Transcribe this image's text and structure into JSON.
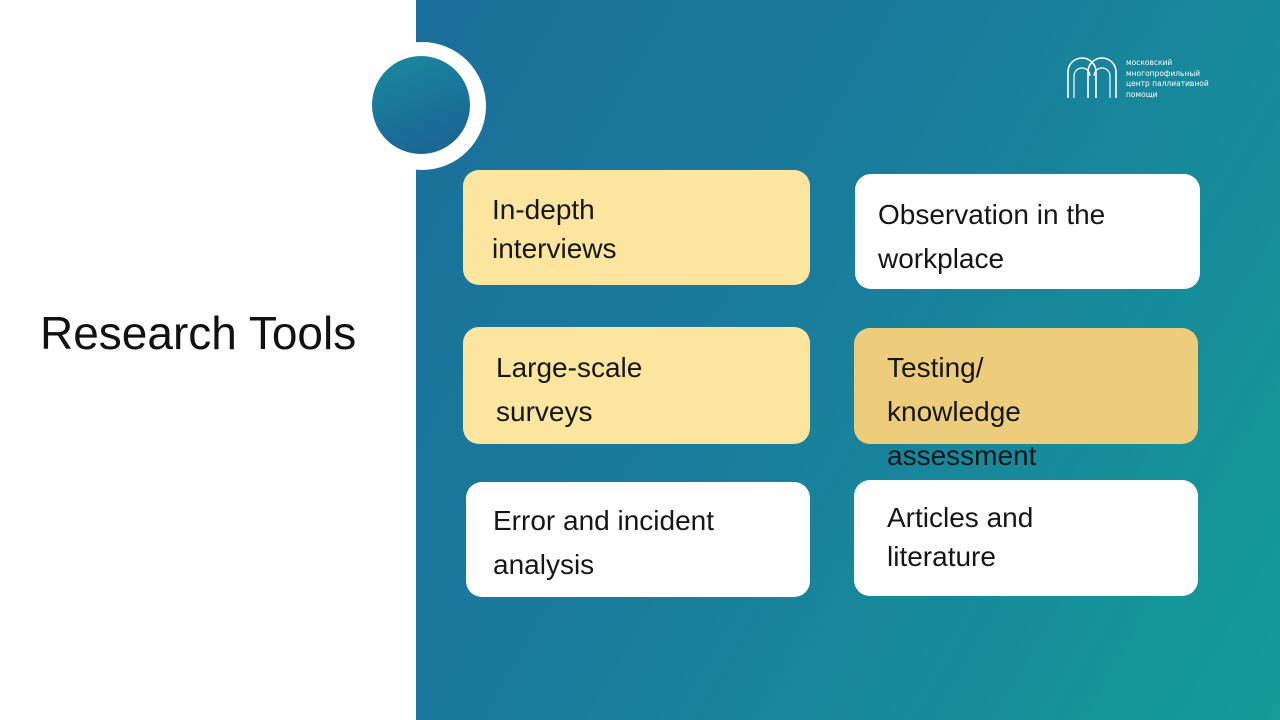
{
  "slide": {
    "title": "Research Tools"
  },
  "logo": {
    "icon": "mmcpc-logo-icon",
    "lines": [
      "Московский",
      "многопрофильный",
      "центр паллиативной",
      "помощи"
    ]
  },
  "cards": [
    {
      "lines": [
        "In-depth",
        "interviews"
      ],
      "color": "#fce59e"
    },
    {
      "lines": [
        "Observation in the",
        "workplace"
      ],
      "color": "#ffffff"
    },
    {
      "lines": [
        "Large-scale",
        "surveys"
      ],
      "color": "#fce59e"
    },
    {
      "lines": [
        "Testing/",
        "knowledge",
        "assessment"
      ],
      "color": "#edcd7c"
    },
    {
      "lines": [
        "Error and incident",
        "analysis"
      ],
      "color": "#ffffff"
    },
    {
      "lines": [
        "Articles and",
        "literature"
      ],
      "color": "#ffffff"
    }
  ],
  "colors": {
    "panel_gradient_start": "#1a6f9a",
    "panel_gradient_end": "#139c98",
    "card_yellow": "#fce59e",
    "card_gold": "#edcd7c",
    "card_white": "#ffffff"
  }
}
